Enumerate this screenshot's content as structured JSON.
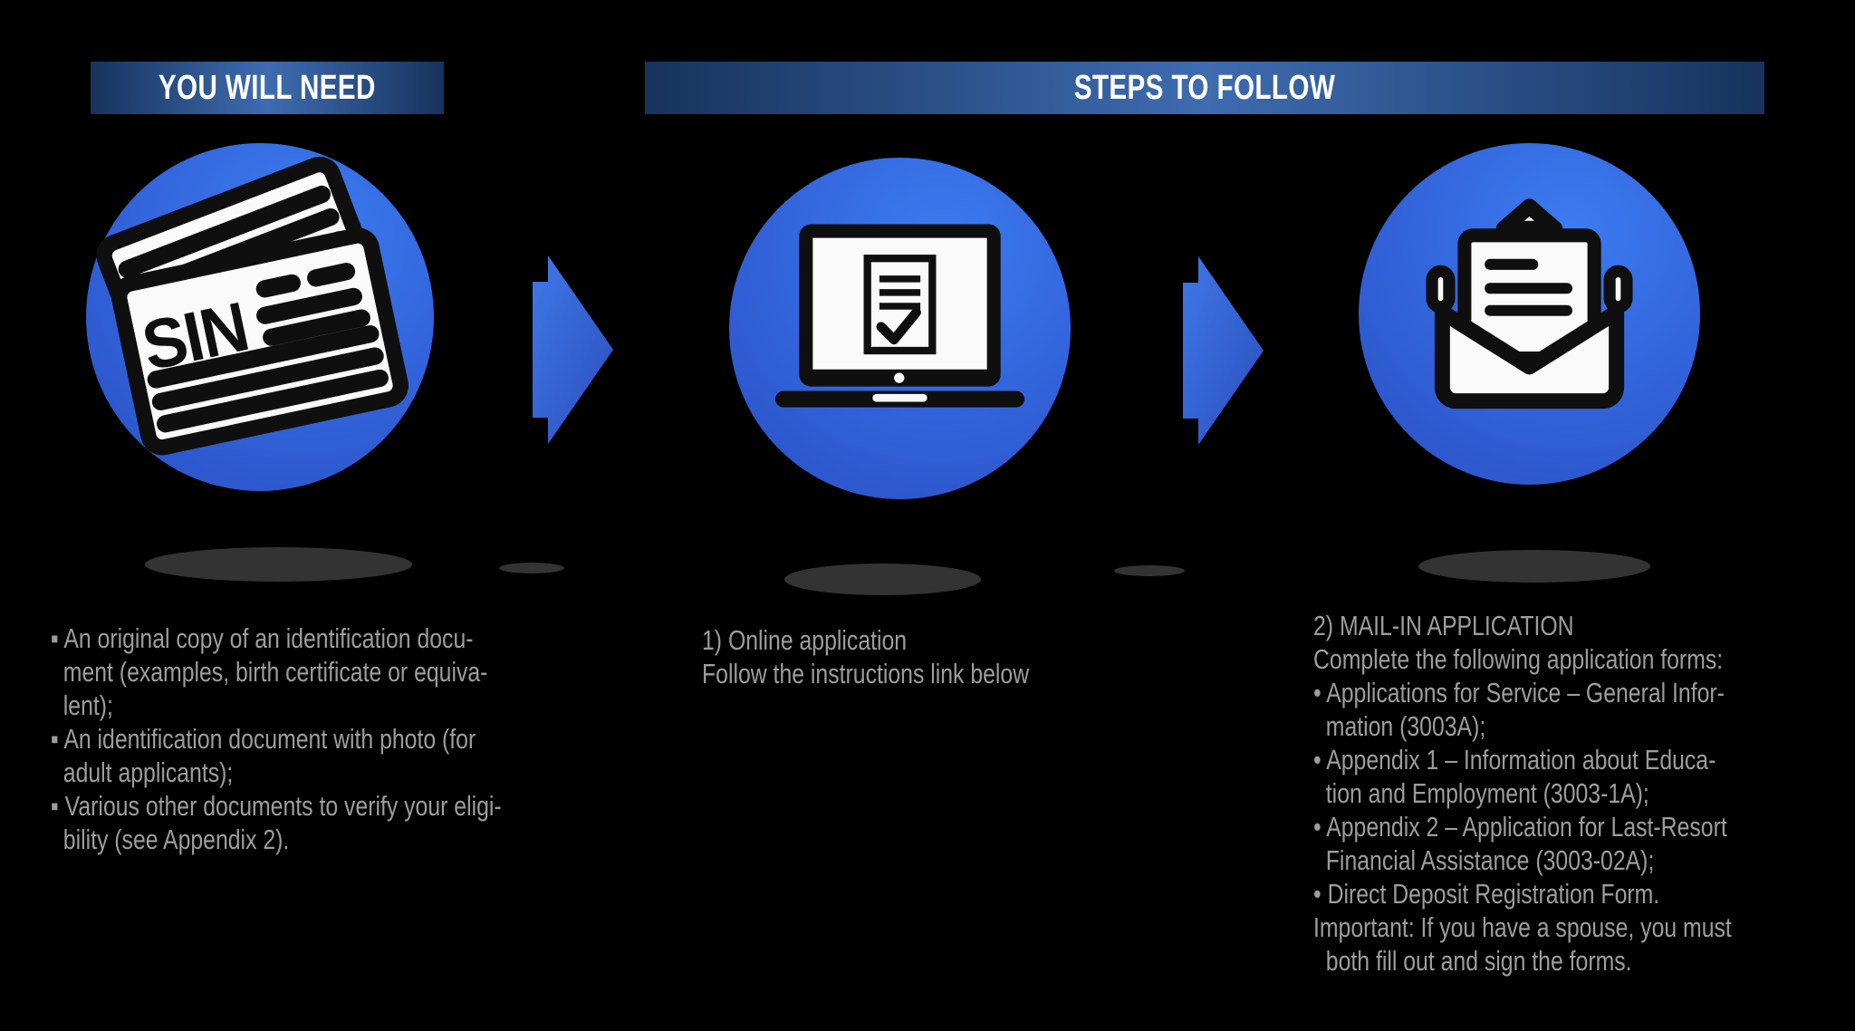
{
  "header": {
    "left_banner": "YOU WILL NEED",
    "right_banner": "STEPS TO FOLLOW"
  },
  "colors": {
    "background": "#000000",
    "banner_edge": "#17335D",
    "banner_center": "#3E6CB0",
    "banner_text": "#FFFFFF",
    "circle_light": "#3C7CF0",
    "circle_dark": "#2A4FC2",
    "arrow_light": "#4077E8",
    "arrow_dark": "#2A4FBC",
    "body_text": "#9D9D9D",
    "shadow": "#333333",
    "icon_ink": "#0F0F0F",
    "icon_paper": "#FAFAFA"
  },
  "steps": {
    "need": {
      "icon": "sin-cards-icon",
      "sin_label": "SIN",
      "lines": [
        "▪ An original copy of an identification docu-",
        "  ment (examples, birth certificate or equiva-",
        "  lent);",
        "▪ An identification document with photo (for",
        "  adult applicants);",
        "▪ Various other documents to verify your eligi-",
        "  bility (see Appendix 2)."
      ]
    },
    "online": {
      "icon": "laptop-application-icon",
      "lines": [
        "1) Online application",
        "Follow the instructions link below"
      ]
    },
    "mail": {
      "icon": "open-envelope-icon",
      "lines": [
        "2) MAIL-IN APPLICATION",
        "Complete the following application forms:",
        "• Applications for Service – General Infor-",
        "  mation (3003A);",
        "• Appendix 1 – Information about Educa-",
        "  tion and Employment (3003-1A);",
        "• Appendix 2 – Application for Last-Resort",
        "  Financial Assistance (3003-02A);",
        "• Direct Deposit Registration Form.",
        "Important: If you have a spouse, you must",
        "  both fill out and sign the forms."
      ]
    }
  }
}
